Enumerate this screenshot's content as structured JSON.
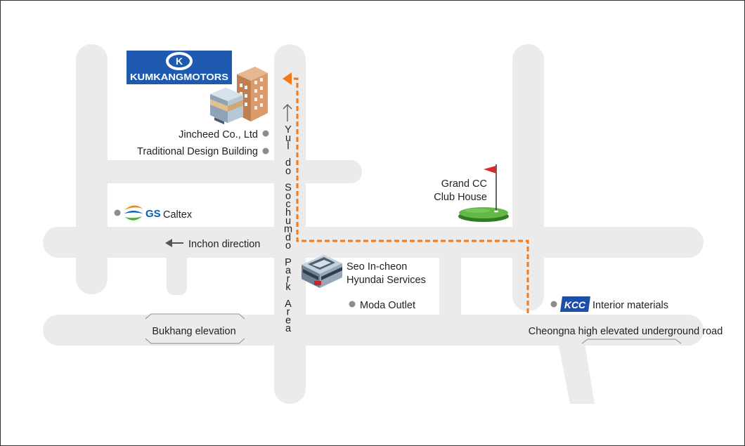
{
  "map": {
    "logo": {
      "text": "KUMKANGMOTORS",
      "brand_color": "#1e5bb0"
    },
    "places": {
      "jincheed": "Jincheed Co., Ltd",
      "traditional_design": "Traditional Design Building",
      "gs_brand": "GS",
      "gs_caltex": "Caltex",
      "inchon_direction": "Inchon direction",
      "grand_cc_line1": "Grand CC",
      "grand_cc_line2": "Club House",
      "seo_incheon_line1": "Seo In-cheon",
      "seo_incheon_line2": "Hyundai Services",
      "moda_outlet": "Moda Outlet",
      "kcc_brand": "KCC",
      "kcc_interior": "Interior materials",
      "bukhang": "Bukhang elevation",
      "cheongna": "Cheongna high elevated underground road"
    },
    "vertical_road": [
      "Y",
      "u",
      "l",
      "",
      "d",
      "o",
      "",
      "S",
      "o",
      "c",
      "h",
      "u",
      "m",
      "d",
      "o",
      "",
      "P",
      "a",
      "r",
      "k",
      "",
      "A",
      "r",
      "e",
      "a"
    ],
    "colors": {
      "road": "#ebebec",
      "route": "#f07a1a",
      "dot": "#8d8d8d",
      "kcc": "#1e4fa8",
      "gs_blue": "#0a5eb0",
      "gs_orange": "#f08a1c",
      "gs_green": "#4caf3c",
      "green": "#4fa83a"
    }
  }
}
